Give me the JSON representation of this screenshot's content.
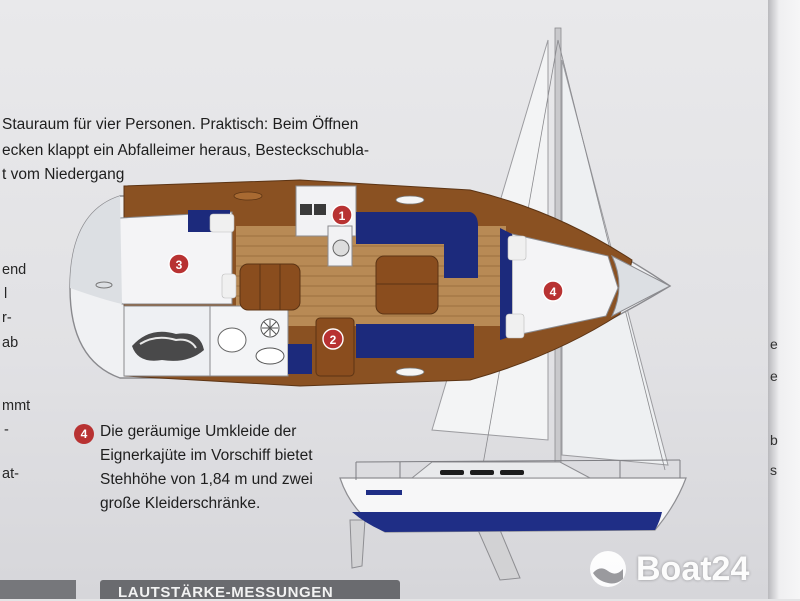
{
  "article": {
    "lines": [
      "Stauraum für vier Personen. Praktisch: Beim Öffnen",
      "ecken klappt ein Abfalleimer heraus, Besteckschubla-",
      "t vom Niedergang"
    ],
    "left_fragments": [
      "end",
      "l",
      "r-",
      "ab",
      "mmt",
      "-",
      "at-"
    ],
    "right_fragments": [
      "e",
      "e",
      "b",
      "s"
    ],
    "section_header": "LAUTSTÄRKE-MESSUNGEN"
  },
  "caption": {
    "badge": "4",
    "lines": [
      "Die geräumige Umkleide der",
      "Eignerkajüte im Vorschiff bietet",
      "Stehhöhe von 1,84 m und zwei",
      "große Kleiderschränke."
    ]
  },
  "plan_markers": [
    {
      "label": "1"
    },
    {
      "label": "2"
    },
    {
      "label": "3"
    },
    {
      "label": "4"
    }
  ],
  "watermark": {
    "text": "Boat24"
  },
  "colors": {
    "marker_red": "#b83232",
    "cushion_blue": "#1c2a7c",
    "wood": "#8a5122",
    "floor": "#b88a55",
    "hull_blue": "#1f2e86",
    "page_bg": "#e4e4e6"
  }
}
